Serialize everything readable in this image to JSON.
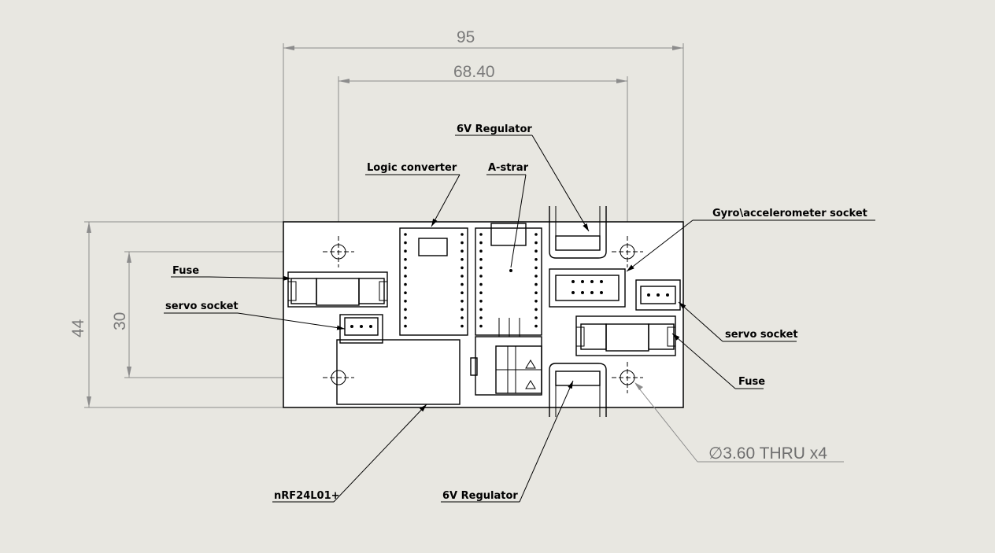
{
  "dimensions": {
    "overall_width": "95",
    "hole_spacing_x": "68.40",
    "overall_height": "44",
    "hole_spacing_y": "30"
  },
  "callouts": {
    "regulator_top": "6V Regulator",
    "logic_converter": "Logic converter",
    "astar": "A-strar",
    "gyro_socket": "Gyro\\accelerometer socket",
    "fuse_left": "Fuse",
    "servo_left": "servo socket",
    "servo_right": "servo socket",
    "fuse_right": "Fuse",
    "nrf": "nRF24L01+",
    "regulator_bottom": "6V Regulator"
  },
  "hole_note": "∅3.60 THRU x4"
}
